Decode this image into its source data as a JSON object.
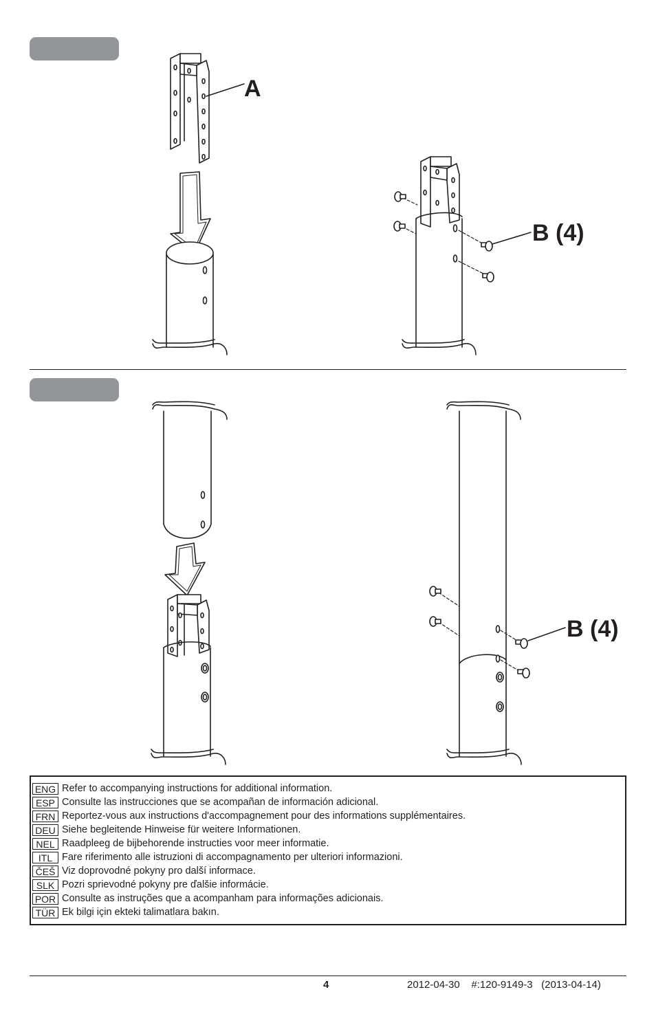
{
  "callouts": {
    "a": "A",
    "b_top": "B (4)",
    "b_bottom": "B (4)"
  },
  "instructions": [
    {
      "code": "ENG",
      "text": "Refer to accompanying instructions for additional information."
    },
    {
      "code": "ESP",
      "text": "Consulte las instrucciones que se acompañan de información adicional."
    },
    {
      "code": "FRN",
      "text": "Reportez-vous aux instructions d'accompagnement pour des informations supplémentaires."
    },
    {
      "code": "DEU",
      "text": "Siehe begleitende Hinweise für weitere Informationen."
    },
    {
      "code": "NEL",
      "text": "Raadpleeg de bijbehorende instructies voor meer informatie."
    },
    {
      "code": "ITL",
      "text": "Fare riferimento alle istruzioni di accompagnamento per ulteriori informazioni."
    },
    {
      "code": "ČEŠ",
      "text": "Viz doprovodné pokyny pro další informace."
    },
    {
      "code": "SLK",
      "text": "Pozri sprievodné pokyny pre ďalšie informácie."
    },
    {
      "code": "POR",
      "text": "Consulte as instruções que a acompanham para informações adicionais."
    },
    {
      "code": "TÜR",
      "text": "Ek bilgi için ekteki talimatlara bakın."
    }
  ],
  "footer": {
    "page_number": "4",
    "meta": "2012-04-30    #:120-9149-3   (2013-04-14)"
  },
  "colors": {
    "step_tab": "#939598",
    "line": "#231f20"
  }
}
